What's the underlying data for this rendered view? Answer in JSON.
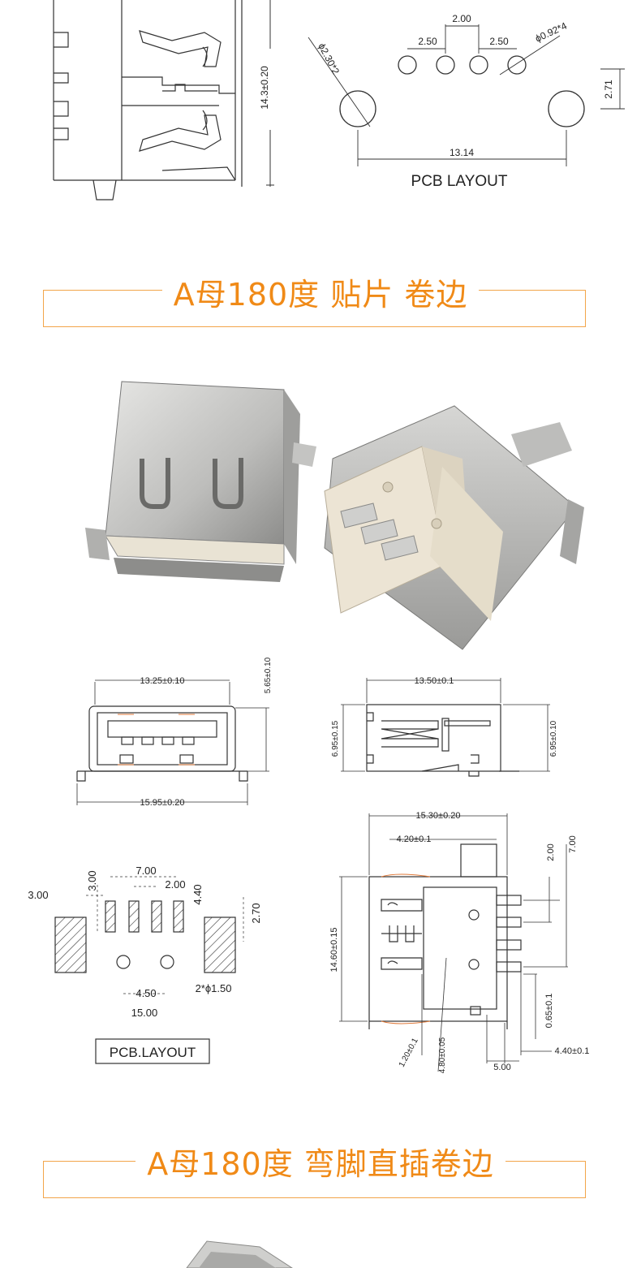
{
  "top_drawing": {
    "dim_height": "14.3±0.20",
    "pcb_dim_pitch_center": "2.00",
    "pcb_dim_pitch_left": "2.50",
    "pcb_dim_pitch_right": "2.50",
    "pcb_dim_hole_small": "ϕ0.92*4",
    "pcb_dim_hole_large": "ϕ2.30*2",
    "pcb_dim_offset": "2.71",
    "pcb_dim_width": "13.14",
    "pcb_caption": "PCB LAYOUT"
  },
  "section_smt": {
    "title": "A母180度 贴片 卷边"
  },
  "drawing_smt": {
    "front_top_width": "13.25±0.10",
    "front_height": "5.65±0.10",
    "front_bottom_width": "15.95±0.20",
    "side_width": "13.50±0.1",
    "side_left_height": "6.95±0.15",
    "side_right_height": "6.95±0.10",
    "top_width": "15.30±0.20",
    "top_inner_width": "4.20±0.1",
    "top_right_dim_a": "2.00",
    "top_right_dim_b": "7.00",
    "top_length": "14.60±0.15",
    "top_pin_offset": "0.65±0.1",
    "top_pin_depth": "4.40±0.1",
    "top_peg_a": "1.20±0.1",
    "top_peg_b": "4.80±0.05",
    "top_bottom_dim": "5.00",
    "pcb_left_pad": "3.00",
    "pcb_pad_h": "3.00",
    "pcb_span": "7.00",
    "pcb_pitch": "2.00",
    "pcb_pad_len": "4.40",
    "pcb_offset": "2.70",
    "pcb_hole_pitch": "4.50",
    "pcb_hole_spec": "2*ϕ1.50",
    "pcb_total": "15.00",
    "pcb_caption": "PCB.LAYOUT"
  },
  "section_dip": {
    "title": "A母180度 弯脚直插卷边"
  },
  "colors": {
    "accent": "#f08a17",
    "line": "#333333",
    "metal": "#c9c9c7",
    "insulator": "#ece4d4"
  }
}
